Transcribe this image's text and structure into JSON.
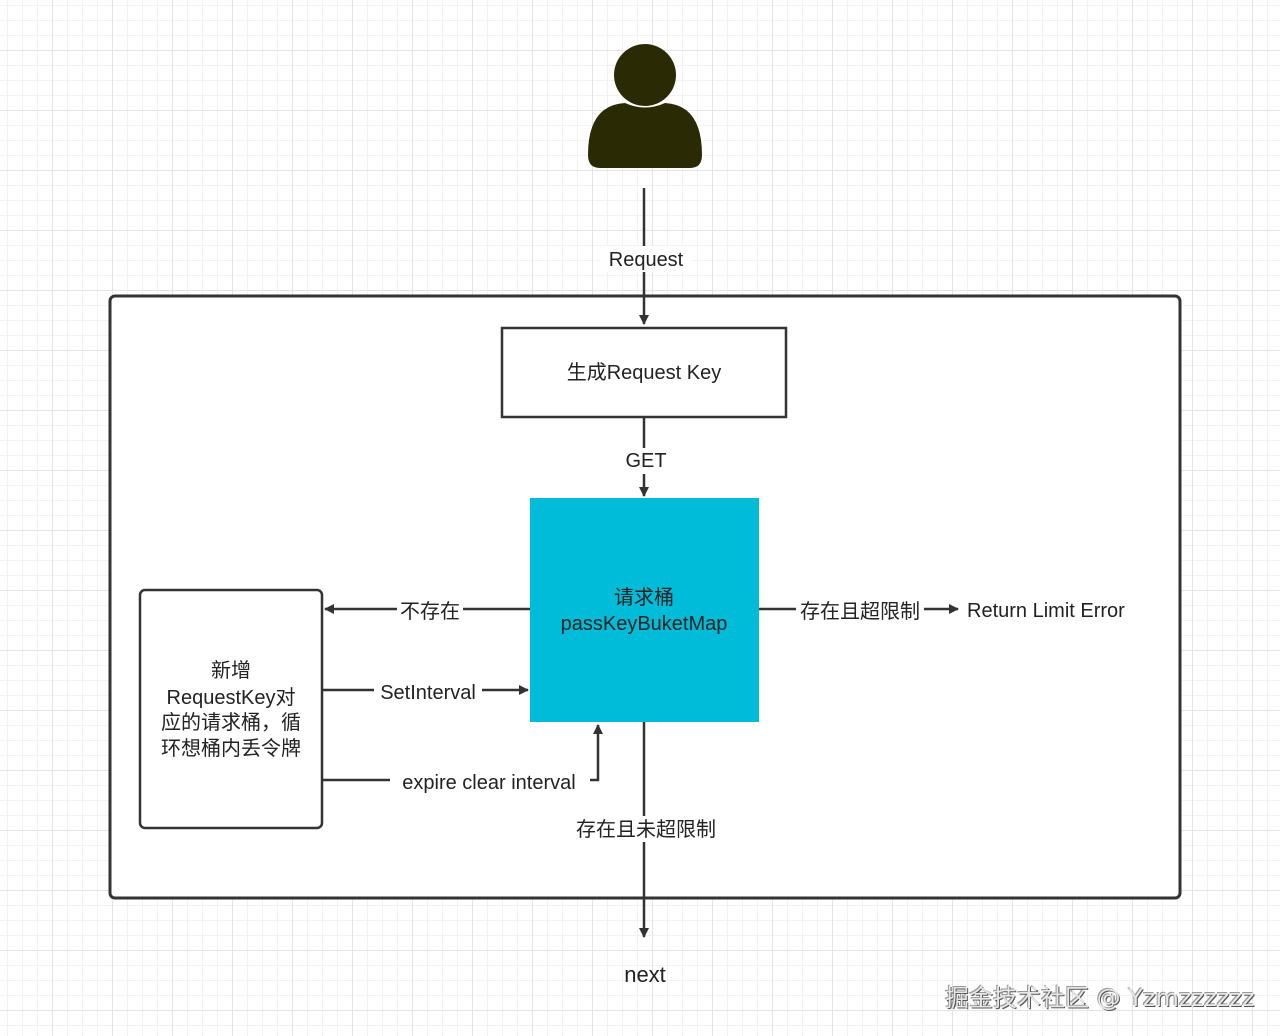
{
  "colors": {
    "bucket_fill": "#00bcd8",
    "user_icon": "#2a2b05",
    "line": "#333333"
  },
  "nodes": {
    "user": {
      "icon": "user-icon"
    },
    "generate_key": "生成Request Key",
    "bucket": {
      "line1": "请求桶",
      "line2": "passKeyBuketMap"
    },
    "new_bucket": {
      "line1": "新增",
      "line2": "RequestKey对",
      "line3": "应的请求桶，循",
      "line4": "环想桶内丢令牌"
    },
    "return_error": "Return Limit Error",
    "next": "next"
  },
  "edges": {
    "request": "Request",
    "get": "GET",
    "not_exist": "不存在",
    "set_interval": "SetInterval",
    "expire_clear": "expire clear interval",
    "exceed": "存在且超限制",
    "not_exceed": "存在且未超限制"
  },
  "watermark": "掘金技术社区 @ Yzmzzzzzz"
}
